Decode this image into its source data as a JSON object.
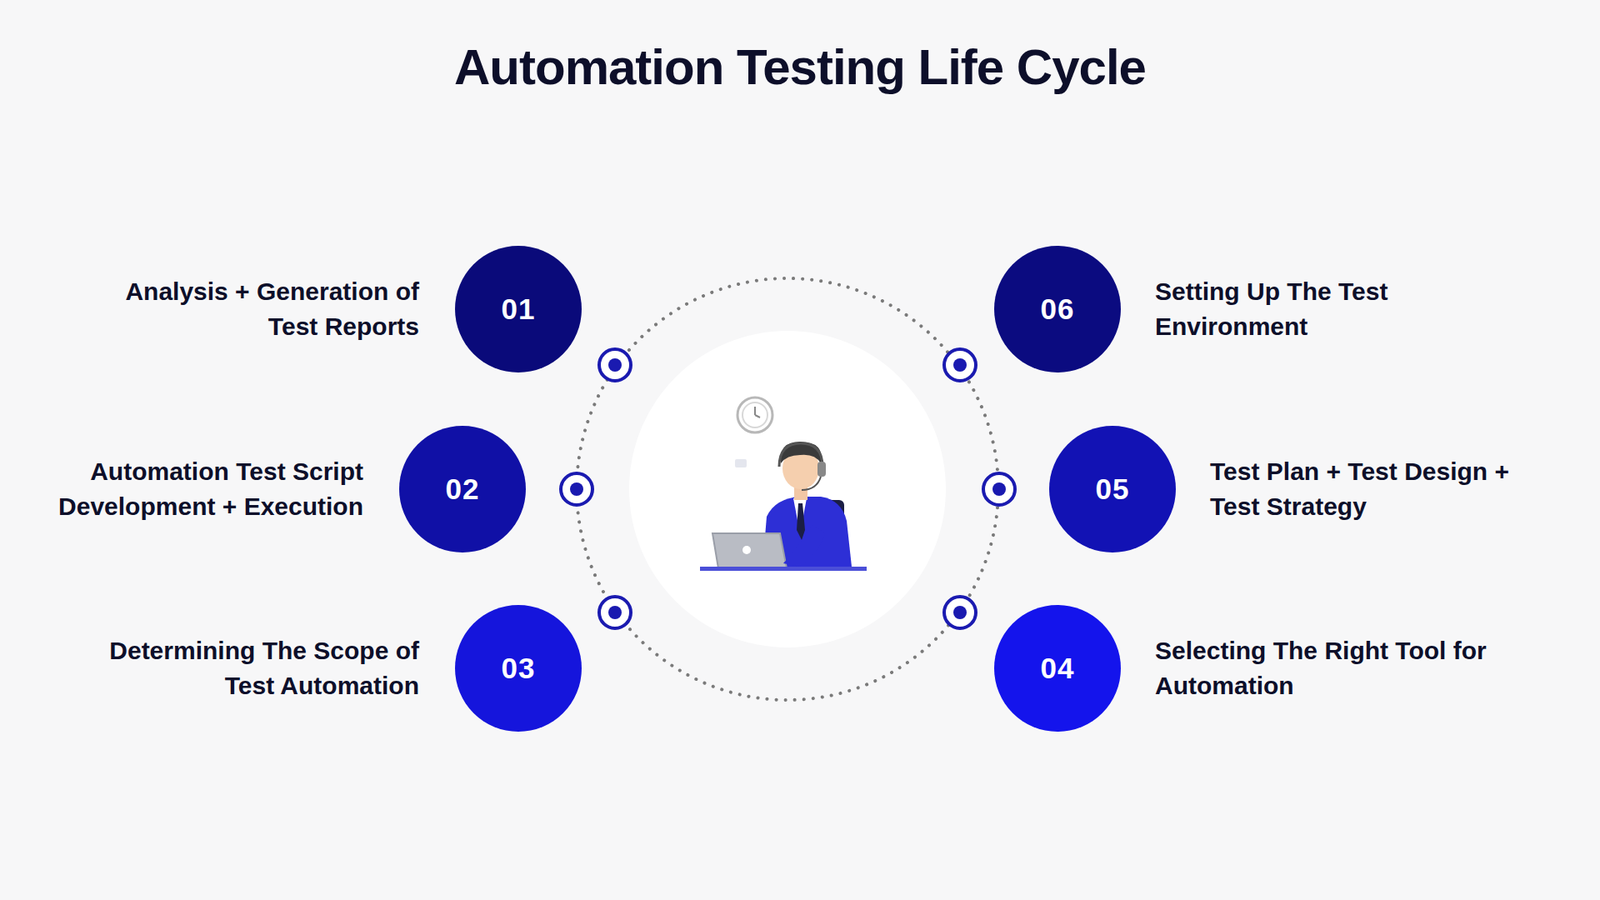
{
  "diagram": {
    "title": "Automation Testing Life Cycle",
    "nodes": [
      {
        "text": [
          "01",
          "Analysis + Generation of Test Reports"
        ]
      },
      {
        "text": [
          "02",
          "Automation Test Script Development + Execution"
        ]
      },
      {
        "text": [
          "03",
          "Determining The Scope of Test Automation"
        ]
      },
      {
        "text": [
          "04",
          "Selecting The Right Tool for Automation"
        ]
      },
      {
        "text": [
          "05",
          "Test Plan + Test Design + Test Strategy"
        ]
      },
      {
        "text": [
          "06",
          "Setting Up The Test Environment"
        ]
      }
    ]
  }
}
